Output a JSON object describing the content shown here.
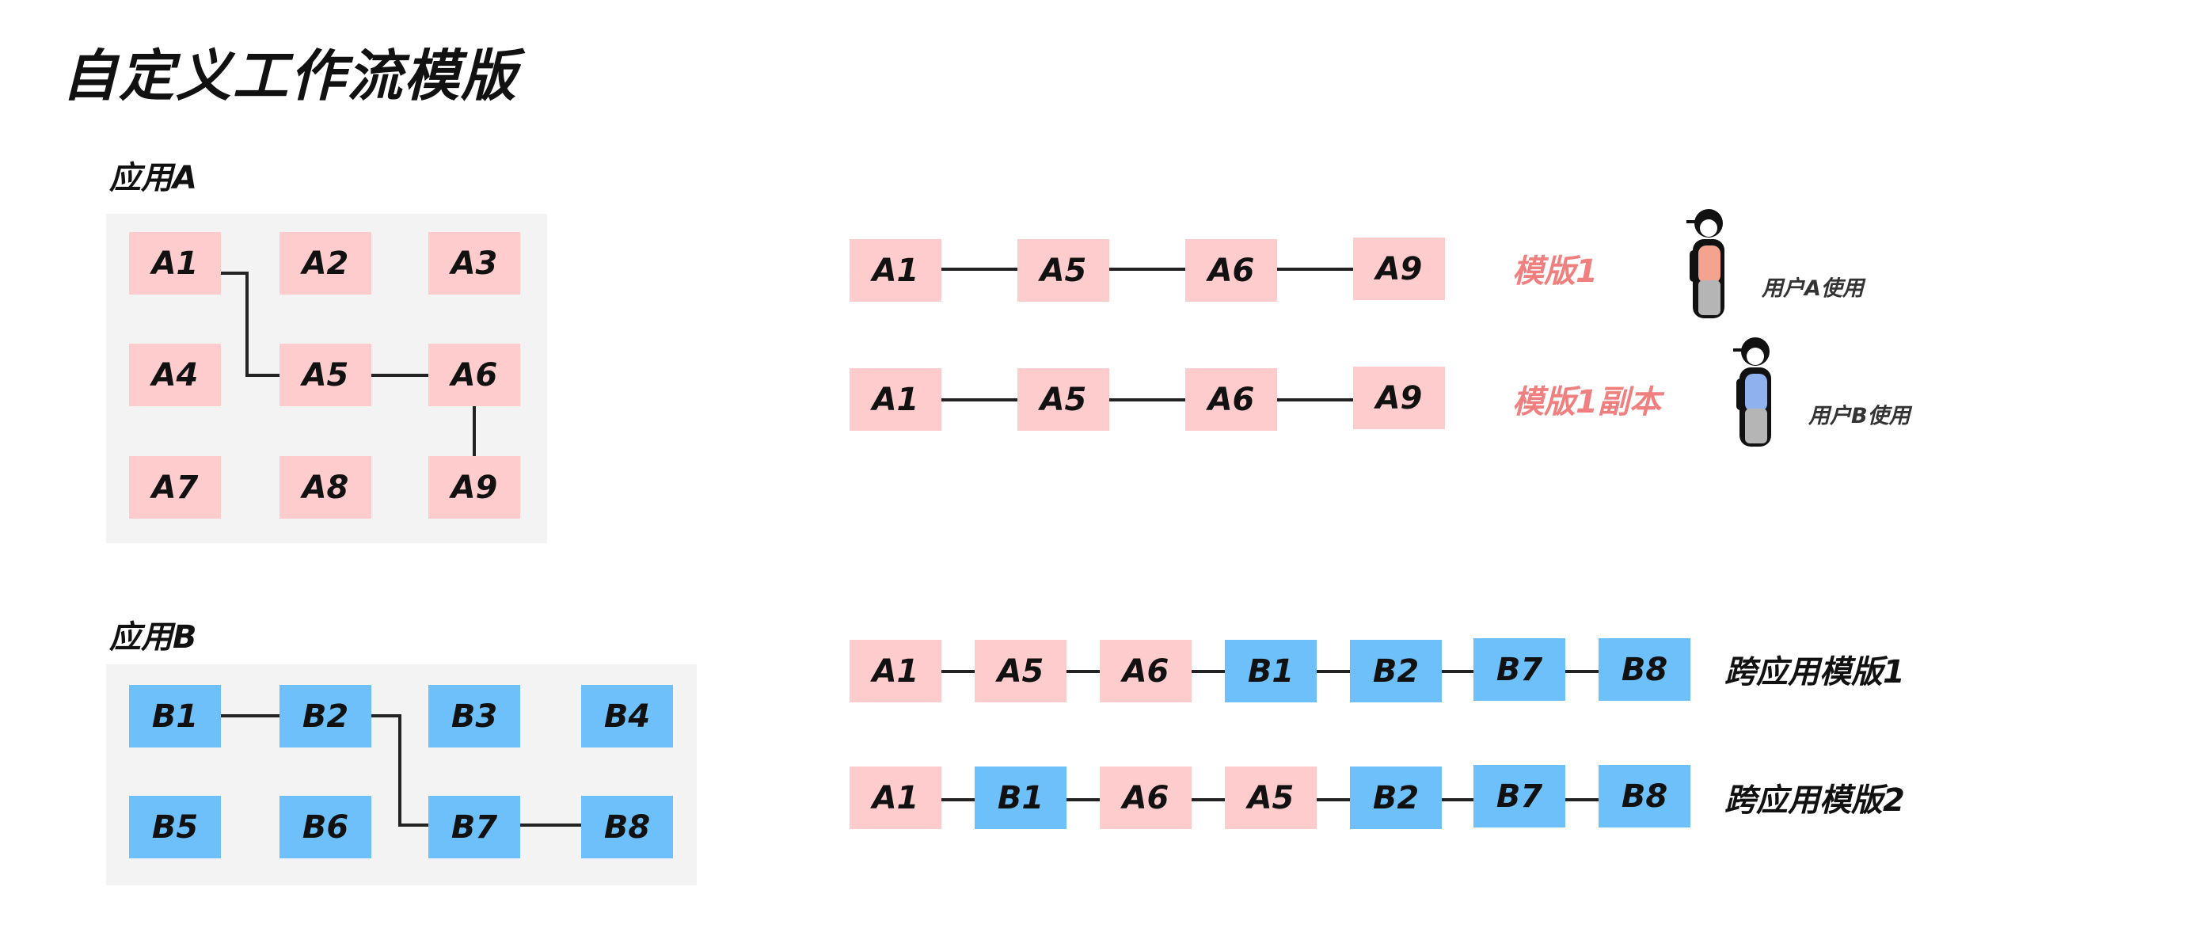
{
  "title": "自定义工作流模版",
  "app_a": {
    "label": "应用A",
    "nodes": [
      "A1",
      "A2",
      "A3",
      "A4",
      "A5",
      "A6",
      "A7",
      "A8",
      "A9"
    ]
  },
  "app_b": {
    "label": "应用B",
    "nodes": [
      "B1",
      "B2",
      "B3",
      "B4",
      "B5",
      "B6",
      "B7",
      "B8"
    ]
  },
  "templates": [
    {
      "name": "模版1",
      "nodes": [
        "A1",
        "A5",
        "A6",
        "A9"
      ],
      "user": "用户A使用"
    },
    {
      "name": "模版1副本",
      "nodes": [
        "A1",
        "A5",
        "A6",
        "A9"
      ],
      "user": "用户B使用"
    }
  ],
  "cross_templates": [
    {
      "name": "跨应用模版1",
      "nodes": [
        "A1",
        "A5",
        "A6",
        "B1",
        "B2",
        "B7",
        "B8"
      ]
    },
    {
      "name": "跨应用模版2",
      "nodes": [
        "A1",
        "B1",
        "A6",
        "A5",
        "B2",
        "B7",
        "B8"
      ]
    }
  ],
  "colors": {
    "app_a_node": "#ffcccd",
    "app_b_node": "#6ec0fb",
    "panel": "#f3f3f3",
    "template_label": "#f08080",
    "user_a_shirt": "#f4a38e",
    "user_b_shirt": "#8fb2ef"
  }
}
